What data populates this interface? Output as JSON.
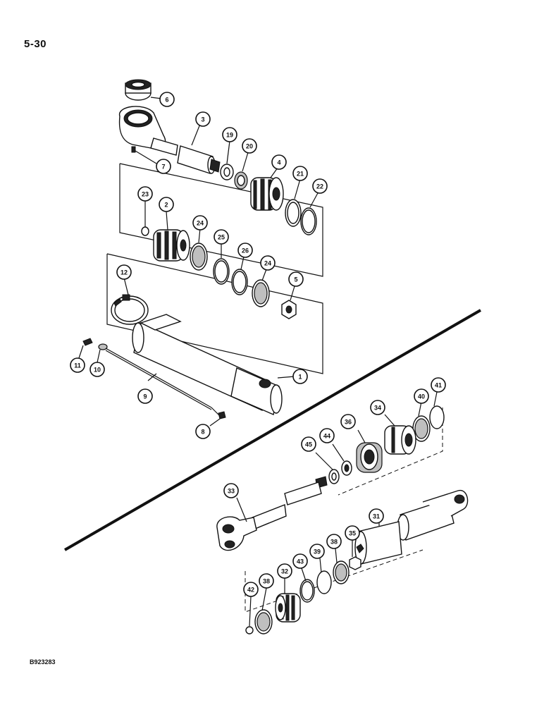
{
  "page": {
    "page_number": "5-30",
    "figure_id": "B923283"
  },
  "callouts": [
    {
      "label": "6"
    },
    {
      "label": "3"
    },
    {
      "label": "19"
    },
    {
      "label": "20"
    },
    {
      "label": "4"
    },
    {
      "label": "21"
    },
    {
      "label": "22"
    },
    {
      "label": "7"
    },
    {
      "label": "23"
    },
    {
      "label": "2"
    },
    {
      "label": "24"
    },
    {
      "label": "25"
    },
    {
      "label": "26"
    },
    {
      "label": "24"
    },
    {
      "label": "5"
    },
    {
      "label": "12"
    },
    {
      "label": "1"
    },
    {
      "label": "11"
    },
    {
      "label": "10"
    },
    {
      "label": "9"
    },
    {
      "label": "8"
    },
    {
      "label": "34"
    },
    {
      "label": "40"
    },
    {
      "label": "41"
    },
    {
      "label": "36"
    },
    {
      "label": "44"
    },
    {
      "label": "45"
    },
    {
      "label": "33"
    },
    {
      "label": "31"
    },
    {
      "label": "35"
    },
    {
      "label": "38"
    },
    {
      "label": "39"
    },
    {
      "label": "43"
    },
    {
      "label": "32"
    },
    {
      "label": "38"
    },
    {
      "label": "42"
    }
  ]
}
